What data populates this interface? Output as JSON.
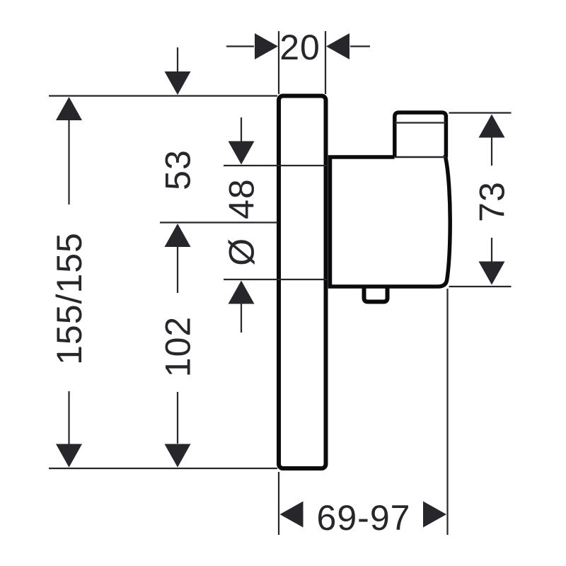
{
  "page": {
    "background": "#ffffff",
    "ink_color": "#26262b",
    "outline_color": "#0b0b0d"
  },
  "diagram": {
    "type": "technical-dimension-drawing",
    "subject": "concealed-thermostat-mixer-side-view",
    "labels": {
      "plate_thickness": "20",
      "top_to_center": "53",
      "diameter": "Ø 48",
      "center_to_bottom": "102",
      "plate_heights": "155/155",
      "body_height": "73",
      "install_depth_range": "69-97"
    }
  }
}
